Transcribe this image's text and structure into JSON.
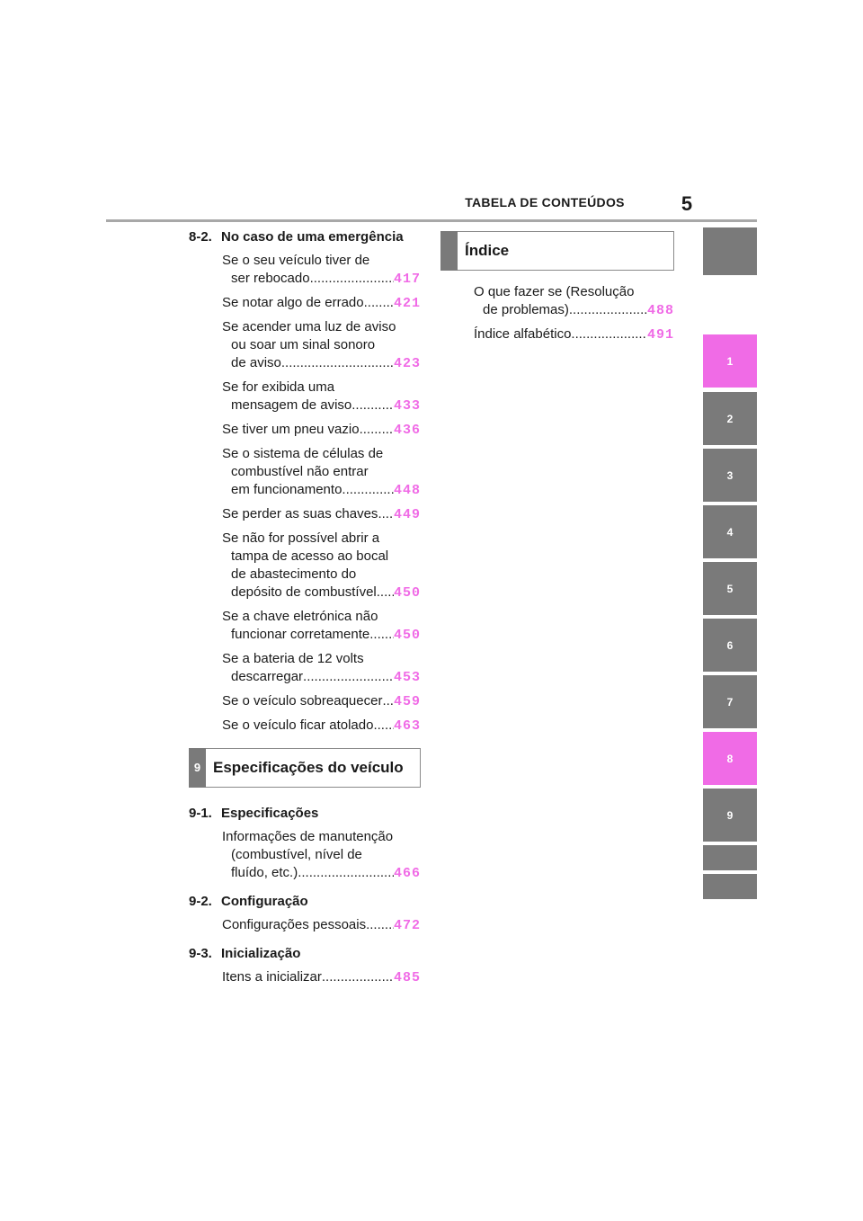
{
  "header": {
    "title": "TABELA DE CONTEÚDOS",
    "page_number": "5"
  },
  "left_column": {
    "section_8_2": {
      "number": "8-2.",
      "title": "No caso de uma emergência",
      "entries": [
        {
          "lines": [
            "Se o seu veículo tiver de"
          ],
          "last": "ser rebocado",
          "page": "417"
        },
        {
          "lines": [],
          "last": "Se notar algo de errado",
          "page": "421"
        },
        {
          "lines": [
            "Se acender uma luz de aviso",
            "ou soar um sinal sonoro"
          ],
          "last": "de aviso",
          "page": "423"
        },
        {
          "lines": [
            "Se for exibida uma"
          ],
          "last": "mensagem de aviso",
          "page": "433"
        },
        {
          "lines": [],
          "last": "Se tiver um pneu vazio",
          "page": "436"
        },
        {
          "lines": [
            "Se o sistema de células de",
            "combustível não entrar"
          ],
          "last": "em funcionamento",
          "page": "448"
        },
        {
          "lines": [],
          "last": "Se perder as suas chaves",
          "page": "449"
        },
        {
          "lines": [
            "Se não for possível abrir a",
            "tampa de acesso ao bocal",
            "de abastecimento do"
          ],
          "last": "depósito de combustível",
          "page": "450"
        },
        {
          "lines": [
            "Se a chave eletrónica não"
          ],
          "last": "funcionar corretamente",
          "page": "450"
        },
        {
          "lines": [
            "Se a bateria de 12 volts"
          ],
          "last": "descarregar",
          "page": "453"
        },
        {
          "lines": [],
          "last": "Se o veículo sobreaquecer",
          "page": "459"
        },
        {
          "lines": [],
          "last": "Se o veículo ficar atolado",
          "page": "463"
        }
      ]
    },
    "section_9": {
      "tab": "9",
      "title": "Especificações do veículo"
    },
    "section_9_1": {
      "number": "9-1.",
      "title": "Especificações",
      "entries": [
        {
          "lines": [
            "Informações de manutenção",
            "(combustível, nível de"
          ],
          "last": "fluído, etc.)",
          "page": "466"
        }
      ]
    },
    "section_9_2": {
      "number": "9-2.",
      "title": "Configuração",
      "entries": [
        {
          "lines": [],
          "last": "Configurações pessoais",
          "page": "472"
        }
      ]
    },
    "section_9_3": {
      "number": "9-3.",
      "title": "Inicialização",
      "entries": [
        {
          "lines": [],
          "last": "Itens a inicializar",
          "page": "485"
        }
      ]
    }
  },
  "right_column": {
    "index_box": {
      "title": "Índice"
    },
    "entries": [
      {
        "lines": [
          "O que fazer se (Resolução"
        ],
        "last": "de problemas)",
        "page": "488"
      },
      {
        "lines": [],
        "last": "Índice alfabético",
        "page": "491"
      }
    ]
  },
  "side_tabs": [
    {
      "label": "",
      "color": "#7a7a7a"
    },
    {
      "label": "1",
      "color": "#f06be6"
    },
    {
      "label": "2",
      "color": "#7a7a7a"
    },
    {
      "label": "3",
      "color": "#7a7a7a"
    },
    {
      "label": "4",
      "color": "#7a7a7a"
    },
    {
      "label": "5",
      "color": "#7a7a7a"
    },
    {
      "label": "6",
      "color": "#7a7a7a"
    },
    {
      "label": "7",
      "color": "#7a7a7a"
    },
    {
      "label": "8",
      "color": "#f06be6"
    },
    {
      "label": "9",
      "color": "#7a7a7a"
    },
    {
      "label": "",
      "color": "#7a7a7a"
    },
    {
      "label": "",
      "color": "#7a7a7a"
    }
  ],
  "colors": {
    "accent": "#f06be6",
    "tab_gray": "#7a7a7a",
    "rule": "#a8a8a8"
  }
}
